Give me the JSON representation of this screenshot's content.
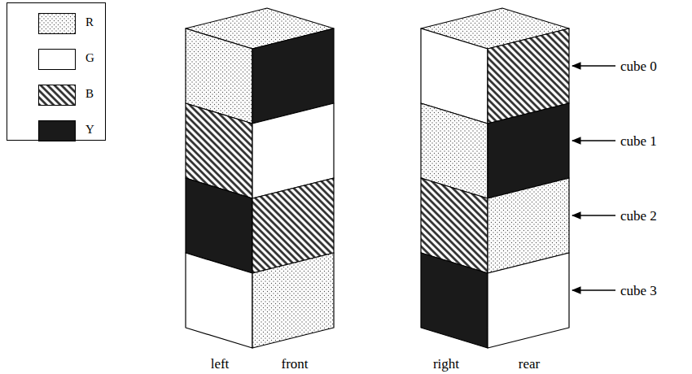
{
  "diagram": {
    "labels": [
      "left",
      "front",
      "right",
      "rear",
      "cube 0",
      "cube 1",
      "cube 2",
      "cube 3"
    ],
    "legend": [
      {
        "text": "R"
      },
      {
        "text": "G",
        "color": "#ffffff"
      },
      {
        "text": "B"
      },
      {
        "text": "Y",
        "color": "#1a1a1a"
      }
    ]
  }
}
